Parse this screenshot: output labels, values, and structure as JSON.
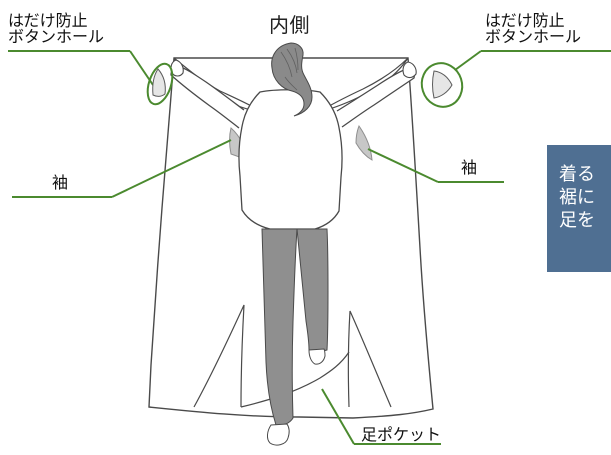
{
  "labels": {
    "inside": "内側",
    "hold_left_line1": "はだけ防止",
    "hold_left_line2": "ボタンホール",
    "hold_right_line1": "はだけ防止",
    "hold_right_line2": "ボタンホール",
    "sleeve_left": "袖",
    "sleeve_right": "袖",
    "foot_pocket": "足ポケット"
  },
  "note": {
    "line1": "着る",
    "line2": "裾に",
    "line3": "足を"
  },
  "colors": {
    "callout_green": "#4b8a2f",
    "note_blue": "#4f6f92",
    "pants_gray": "#8f8f8f",
    "hair_gray": "#8a8a8a",
    "sleeve_shadow": "#c7c7c7"
  }
}
